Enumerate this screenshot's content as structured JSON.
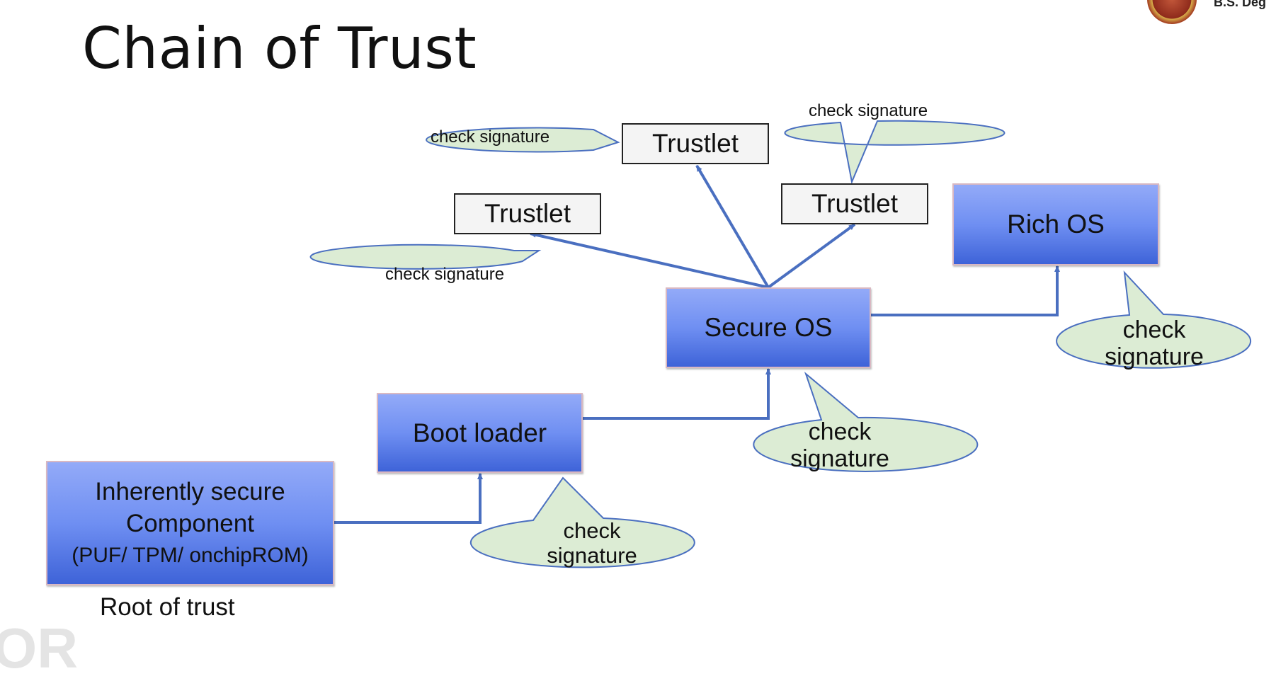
{
  "slide": {
    "title": "Chain of Trust",
    "root_label": "Root of trust",
    "logo_text": "B.S. Deg",
    "watermark": "OR"
  },
  "boxes": {
    "root": {
      "line1": "Inherently secure",
      "line2": "Component",
      "line3": "(PUF/ TPM/ onchipROM)"
    },
    "bootloader": "Boot loader",
    "secure_os": "Secure OS",
    "rich_os": "Rich OS",
    "trustlet_left": "Trustlet",
    "trustlet_top": "Trustlet",
    "trustlet_right": "Trustlet"
  },
  "bubbles": {
    "bootloader": {
      "line1": "check",
      "line2": "signature"
    },
    "secure_os": {
      "line1": "check",
      "line2": "signature"
    },
    "rich_os": {
      "line1": "check",
      "line2": "signature"
    },
    "trustlet_left": "check signature",
    "trustlet_top": "check signature",
    "trustlet_right": "check signature"
  },
  "colors": {
    "box_blue_top": "#93aaf8",
    "box_blue_bottom": "#3e63d8",
    "arrow": "#4a6fc0",
    "bubble_fill": "#dcecd4",
    "bubble_stroke": "#4a6fc0"
  }
}
